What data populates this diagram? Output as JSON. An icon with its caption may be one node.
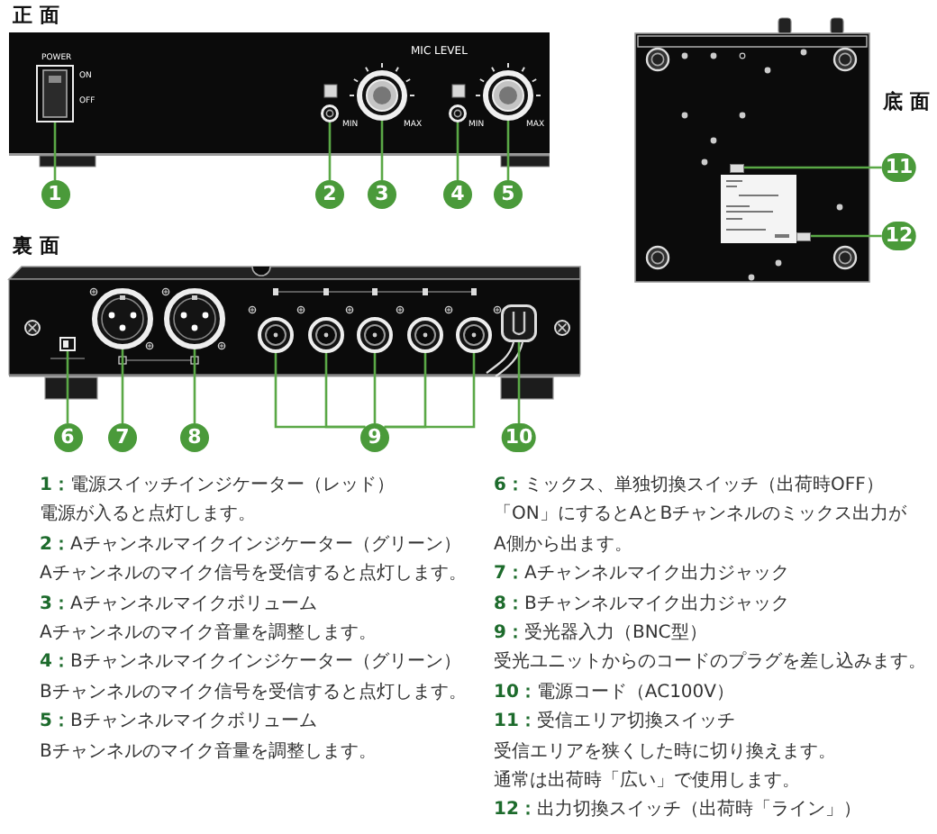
{
  "diagram": {
    "nodes": [
      {
        "text": [
          "1"
        ]
      },
      {
        "text": [],
        "shape": "box",
        "beside": [
          "POWER",
          "ON",
          "OFF"
        ]
      },
      {
        "text": [
          "2"
        ]
      },
      {
        "text": [],
        "shape": "circle"
      },
      {
        "text": [
          "3"
        ]
      },
      {
        "text": [],
        "shape": "circle",
        "beside": [
          "MIN",
          "MAX"
        ]
      },
      {
        "text": [
          "4"
        ]
      },
      {
        "text": [],
        "shape": "circle"
      },
      {
        "text": [
          "5"
        ]
      },
      {
        "text": [],
        "shape": "circle",
        "beside": [
          "MIN",
          "MAX"
        ]
      },
      {
        "text": [
          "11"
        ]
      },
      {
        "text": [],
        "shape": "box"
      },
      {
        "text": [
          "12"
        ]
      },
      {
        "text": [],
        "shape": "box"
      },
      {
        "text": [
          "6"
        ]
      },
      {
        "text": [],
        "shape": "box"
      },
      {
        "text": [
          "7"
        ]
      },
      {
        "text": [],
        "shape": "circle"
      },
      {
        "text": [
          "8"
        ]
      },
      {
        "text": [],
        "shape": "circle"
      },
      {
        "text": [
          "9"
        ]
      },
      {
        "text": [],
        "shape": "circle"
      },
      {
        "text": [],
        "shape": "circle"
      },
      {
        "text": [],
        "shape": "circle"
      },
      {
        "text": [],
        "shape": "circle"
      },
      {
        "text": [],
        "shape": "circle"
      },
      {
        "text": [
          "10"
        ]
      },
      {
        "text": [],
        "shape": "box"
      }
    ],
    "edges": [
      {
        "from": 0,
        "to": 1,
        "arrow": "none"
      },
      {
        "from": 2,
        "to": 3,
        "arrow": "none"
      },
      {
        "from": 4,
        "to": 5,
        "arrow": "none"
      },
      {
        "from": 6,
        "to": 7,
        "arrow": "none"
      },
      {
        "from": 8,
        "to": 9,
        "arrow": "none"
      },
      {
        "from": 10,
        "to": 11,
        "arrow": "none"
      },
      {
        "from": 12,
        "to": 13,
        "arrow": "none"
      },
      {
        "from": 14,
        "to": 15,
        "arrow": "none"
      },
      {
        "from": 16,
        "to": 17,
        "arrow": "none"
      },
      {
        "from": 18,
        "to": 19,
        "arrow": "none"
      },
      {
        "from": 20,
        "to": 21,
        "arrow": "none"
      },
      {
        "from": 20,
        "to": 22,
        "arrow": "none"
      },
      {
        "from": 20,
        "to": 23,
        "arrow": "none"
      },
      {
        "from": 20,
        "to": 24,
        "arrow": "none"
      },
      {
        "from": 20,
        "to": 25,
        "arrow": "none"
      },
      {
        "from": 26,
        "to": 27,
        "arrow": "none"
      }
    ],
    "labels": [
      "正 面",
      "MIC LEVEL",
      "底 面",
      "裏 面",
      "**1：**電源スイッチインジケーター（レッド）",
      "電源が入ると点灯します。",
      "**2：**Aチャンネルマイクインジケーター（グリーン）",
      "Aチャンネルのマイク信号を受信すると点灯します。",
      "**3：**Aチャンネルマイクボリューム",
      "Aチャンネルのマイク音量を調整します。",
      "**4：**Bチャンネルマイクインジケーター（グリーン）",
      "Bチャンネルのマイク信号を受信すると点灯します。",
      "**5：**Bチャンネルマイクボリューム",
      "Bチャンネルのマイク音量を調整します。",
      "**6：**ミックス、単独切換スイッチ（出荷時OFF）",
      "「ON」にするとAとBチャンネルのミックス出力がA側から出ます。",
      "**7：**Aチャンネルマイク出力ジャック",
      "**8：**Bチャンネルマイク出力ジャック",
      "**9：**受光器入力（BNC型）",
      "受光ユニットからのコードのプラグを差し込みます。",
      "**10：**電源コード（AC100V）",
      "**11：**受信エリア切換スイッチ",
      "受信エリアを狭くした時に切り換えます。",
      "通常は出荷時「広い」で使用します。",
      "**12：**出力切換スイッチ（出荷時「ライン」）"
    ]
  }
}
